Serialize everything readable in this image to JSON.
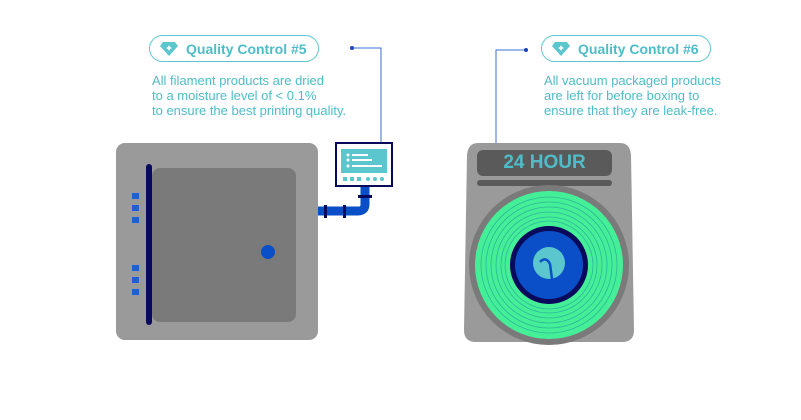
{
  "qc5": {
    "title": "Quality Control #5",
    "icon": "diamond-icon",
    "description": "All filament products are dried\nto a moisture level of < 0.1%\nto ensure the best printing quality."
  },
  "qc6": {
    "title": "Quality Control #6",
    "icon": "diamond-icon",
    "description": "All vacuum packaged products\nare left for before boxing to\nensure that they are leak-free."
  },
  "washer": {
    "display": "24 HOUR"
  },
  "colors": {
    "accent": "#4ebdc9",
    "navy": "#0a0a5c",
    "pipe": "#0a4fc8",
    "green": "#45ef98",
    "gray": "#9a9a9a"
  }
}
